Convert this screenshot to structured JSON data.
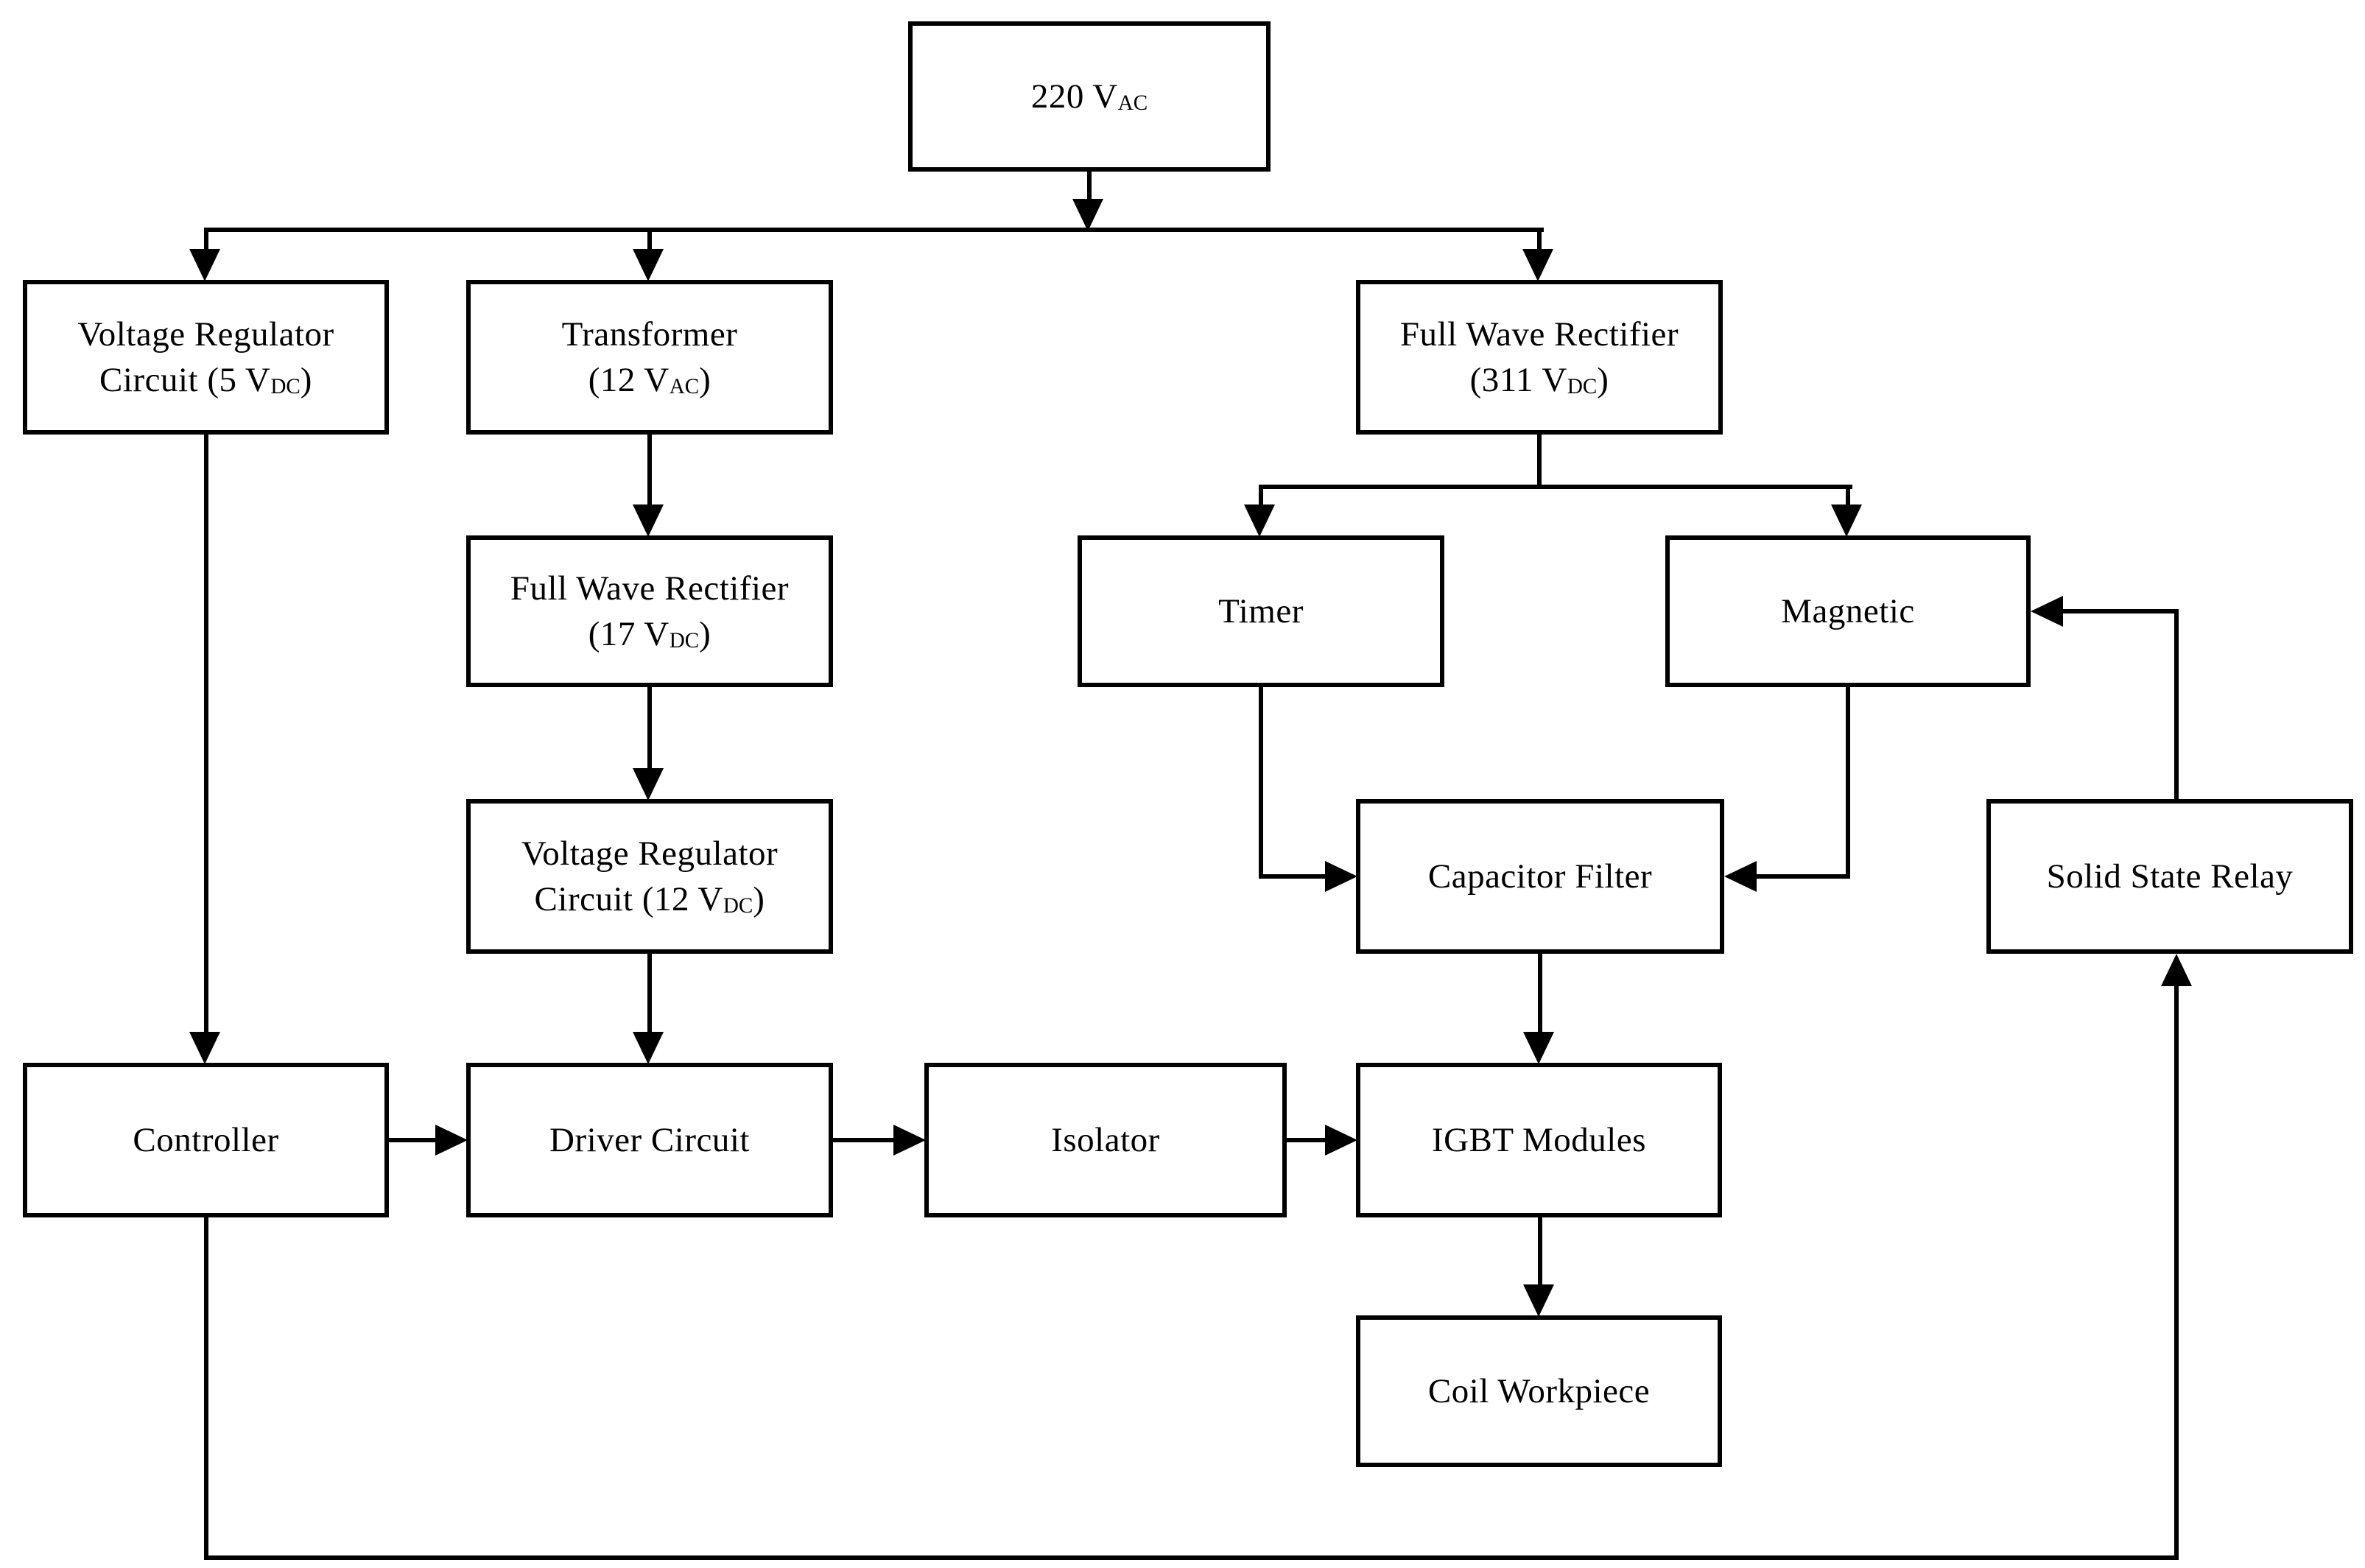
{
  "diagram": {
    "description": "Block diagram of an induction heating power system",
    "colors": {
      "line": "#000000",
      "background": "#ffffff",
      "box_fill": "#ffffff",
      "text": "#000000"
    },
    "nodes": {
      "mains": {
        "label": "220 V AC",
        "lines": [
          [
            {
              "t": "220 V"
            },
            {
              "t": "AC",
              "sub": true
            }
          ]
        ]
      },
      "vrc5": {
        "label": "Voltage Regulator Circuit (5 VDC)",
        "lines": [
          [
            {
              "t": "Voltage Regulator"
            }
          ],
          [
            {
              "t": "Circuit (5 V"
            },
            {
              "t": "DC",
              "sub": true
            },
            {
              "t": ")"
            }
          ]
        ]
      },
      "transformer": {
        "label": "Transformer (12 VAC)",
        "lines": [
          [
            {
              "t": "Transformer"
            }
          ],
          [
            {
              "t": "(12 V"
            },
            {
              "t": "AC",
              "sub": true
            },
            {
              "t": ")"
            }
          ]
        ]
      },
      "fwr311": {
        "label": "Full Wave Rectifier (311 VDC)",
        "lines": [
          [
            {
              "t": "Full Wave Rectifier"
            }
          ],
          [
            {
              "t": "(311  V"
            },
            {
              "t": "DC",
              "sub": true
            },
            {
              "t": ")"
            }
          ]
        ]
      },
      "fwr17": {
        "label": "Full Wave Rectifier (17 VDC)",
        "lines": [
          [
            {
              "t": "Full Wave Rectifier"
            }
          ],
          [
            {
              "t": "(17 V"
            },
            {
              "t": "DC",
              "sub": true
            },
            {
              "t": ")"
            }
          ]
        ]
      },
      "timer": {
        "label": "Timer",
        "lines": [
          [
            {
              "t": "Timer"
            }
          ]
        ]
      },
      "magnetic": {
        "label": "Magnetic",
        "lines": [
          [
            {
              "t": "Magnetic"
            }
          ]
        ]
      },
      "vrc12": {
        "label": "Voltage Regulator Circuit (12 VDC)",
        "lines": [
          [
            {
              "t": "Voltage Regulator"
            }
          ],
          [
            {
              "t": "Circuit (12 V"
            },
            {
              "t": "DC",
              "sub": true
            },
            {
              "t": ")"
            }
          ]
        ]
      },
      "cap_filter": {
        "label": "Capacitor Filter",
        "lines": [
          [
            {
              "t": "Capacitor Filter"
            }
          ]
        ]
      },
      "ssr": {
        "label": "Solid State Relay",
        "lines": [
          [
            {
              "t": "Solid State Relay"
            }
          ]
        ]
      },
      "controller": {
        "label": "Controller",
        "lines": [
          [
            {
              "t": "Controller"
            }
          ]
        ]
      },
      "driver": {
        "label": "Driver Circuit",
        "lines": [
          [
            {
              "t": "Driver Circuit"
            }
          ]
        ]
      },
      "isolator": {
        "label": "Isolator",
        "lines": [
          [
            {
              "t": "Isolator"
            }
          ]
        ]
      },
      "igbt": {
        "label": "IGBT Modules",
        "lines": [
          [
            {
              "t": "IGBT Modules"
            }
          ]
        ]
      },
      "coil": {
        "label": "Coil Workpiece",
        "lines": [
          [
            {
              "t": "Coil Workpiece"
            }
          ]
        ]
      }
    },
    "edges": [
      {
        "from": "mains",
        "to": "vrc5"
      },
      {
        "from": "mains",
        "to": "transformer"
      },
      {
        "from": "mains",
        "to": "fwr311"
      },
      {
        "from": "vrc5",
        "to": "controller"
      },
      {
        "from": "transformer",
        "to": "fwr17"
      },
      {
        "from": "fwr17",
        "to": "vrc12"
      },
      {
        "from": "vrc12",
        "to": "driver"
      },
      {
        "from": "fwr311",
        "to": "timer"
      },
      {
        "from": "fwr311",
        "to": "magnetic"
      },
      {
        "from": "timer",
        "to": "cap_filter"
      },
      {
        "from": "magnetic",
        "to": "cap_filter"
      },
      {
        "from": "cap_filter",
        "to": "igbt"
      },
      {
        "from": "controller",
        "to": "driver"
      },
      {
        "from": "driver",
        "to": "isolator"
      },
      {
        "from": "isolator",
        "to": "igbt"
      },
      {
        "from": "igbt",
        "to": "coil"
      },
      {
        "from": "controller",
        "to": "ssr"
      },
      {
        "from": "ssr",
        "to": "magnetic"
      }
    ]
  }
}
